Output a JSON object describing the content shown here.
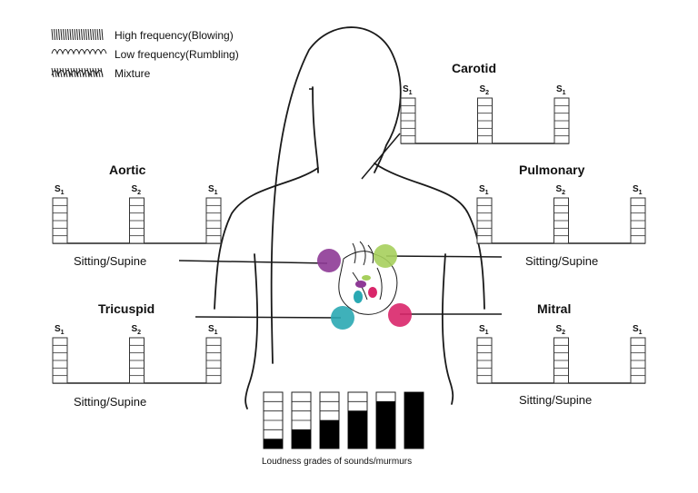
{
  "legend": [
    {
      "label": "High frequency(Blowing)",
      "pattern": "high"
    },
    {
      "label": "Low frequency(Rumbling)",
      "pattern": "low"
    },
    {
      "label": "Mixture",
      "pattern": "mix"
    }
  ],
  "panels": {
    "carotid": {
      "title": "Carotid",
      "beats": [
        "S1",
        "S2",
        "S1"
      ],
      "position": ""
    },
    "aortic": {
      "title": "Aortic",
      "beats": [
        "S1",
        "S2",
        "S1"
      ],
      "position": "Sitting/Supine"
    },
    "pulmonary": {
      "title": "Pulmonary",
      "beats": [
        "S1",
        "S2",
        "S1"
      ],
      "position": "Sitting/Supine"
    },
    "tricuspid": {
      "title": "Tricuspid",
      "beats": [
        "S1",
        "S2",
        "S1"
      ],
      "position": "Sitting/Supine"
    },
    "mitral": {
      "title": "Mitral",
      "beats": [
        "S1",
        "S2",
        "S1"
      ],
      "position": "Sitting/Supine"
    }
  },
  "auscultation_points": [
    {
      "name": "aortic",
      "color": "#8e3a96"
    },
    {
      "name": "pulmonary",
      "color": "#a6cf5c"
    },
    {
      "name": "tricuspid",
      "color": "#2aa9b3"
    },
    {
      "name": "mitral",
      "color": "#d9266a"
    }
  ],
  "loudness_scale": {
    "caption": "Loudness grades of sounds/murmurs",
    "levels": 6,
    "grades": [
      1,
      2,
      3,
      4,
      5,
      6
    ]
  }
}
